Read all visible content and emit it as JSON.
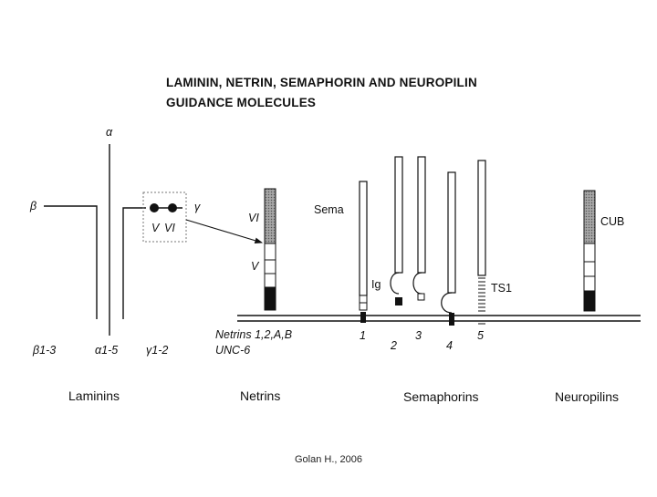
{
  "title_line1": "LAMININ, NETRIN, SEMAPHORIN AND NEUROPILIN",
  "title_line2": "GUIDANCE MOLECULES",
  "laminins": {
    "alpha": "α",
    "beta": "β",
    "gamma": "γ",
    "domain_v": "V",
    "domain_vi": "VI",
    "beta_range": "β1-3",
    "alpha_range": "α1-5",
    "gamma_range": "γ1-2",
    "category": "Laminins"
  },
  "netrins": {
    "domain_vi": "VI",
    "domain_v": "V",
    "members_line1": "Netrins 1,2,A,B",
    "members_line2": "UNC-6",
    "category": "Netrins"
  },
  "semaphorins": {
    "sema_label": "Sema",
    "ig_label": "Ig",
    "ts1_label": "TS1",
    "classes": [
      "1",
      "2",
      "3",
      "4",
      "5"
    ],
    "category": "Semaphorins"
  },
  "neuropilins": {
    "cub_label": "CUB",
    "category": "Neuropilins"
  },
  "credit": "Golan H., 2006"
}
